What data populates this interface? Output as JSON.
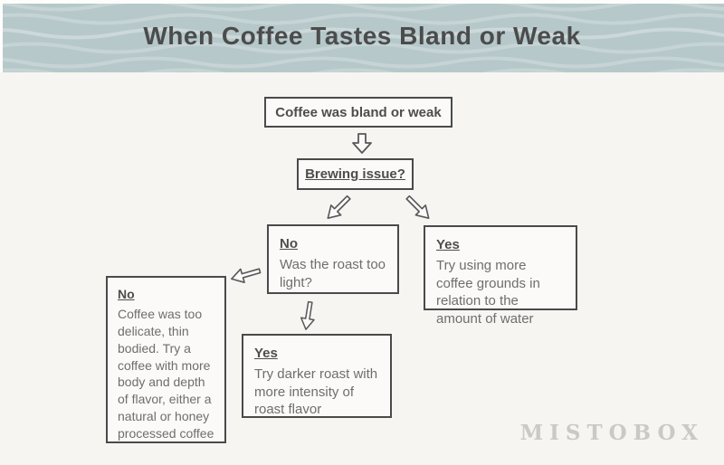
{
  "header": {
    "title": "When Coffee Tastes Bland or Weak"
  },
  "flow": {
    "start": "Coffee was bland or weak",
    "question": "Brewing issue?",
    "brewing_no": {
      "label": "No",
      "text": "Was the roast too light?"
    },
    "brewing_yes": {
      "label": "Yes",
      "text": "Try using more coffee grounds in relation to the amount of water"
    },
    "roast_no": {
      "label": "No",
      "text": "Coffee was too delicate, thin bodied. Try a coffee with more body and depth of flavor, either a natural or honey processed coffee"
    },
    "roast_yes": {
      "label": "Yes",
      "text": "Try darker roast with more intensity of roast flavor"
    }
  },
  "brand": {
    "logo": "MISTOBOX"
  },
  "colors": {
    "header_bg": "#b6c8ca",
    "page_bg": "#f6f5f2",
    "box_fill": "#fbfaf8",
    "box_border": "#4a4a4a",
    "label_text": "#4d4d4d",
    "body_text": "#6e6e6e",
    "logo_text": "#cac9c7"
  }
}
